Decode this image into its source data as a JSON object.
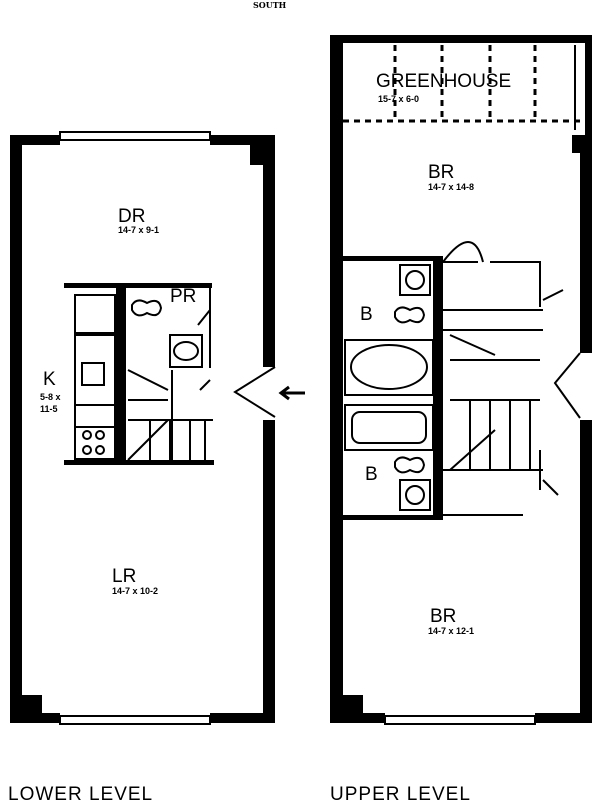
{
  "orientation": "SOUTH",
  "lower_level": {
    "title": "LOWER LEVEL",
    "rooms": {
      "dr": {
        "name": "DR",
        "size": "14-7 x 9-1"
      },
      "pr": {
        "name": "PR"
      },
      "k": {
        "name": "K",
        "size_line1": "5-8 x",
        "size_line2": "11-5"
      },
      "lr": {
        "name": "LR",
        "size": "14-7 x 10-2"
      }
    }
  },
  "upper_level": {
    "title": "UPPER LEVEL",
    "rooms": {
      "greenhouse": {
        "name": "GREENHOUSE",
        "size": "15-7 x 6-0"
      },
      "br1": {
        "name": "BR",
        "size": "14-7 x 14-8"
      },
      "b1": {
        "name": "B"
      },
      "b2": {
        "name": "B"
      },
      "br2": {
        "name": "BR",
        "size": "14-7 x 12-1"
      }
    }
  }
}
